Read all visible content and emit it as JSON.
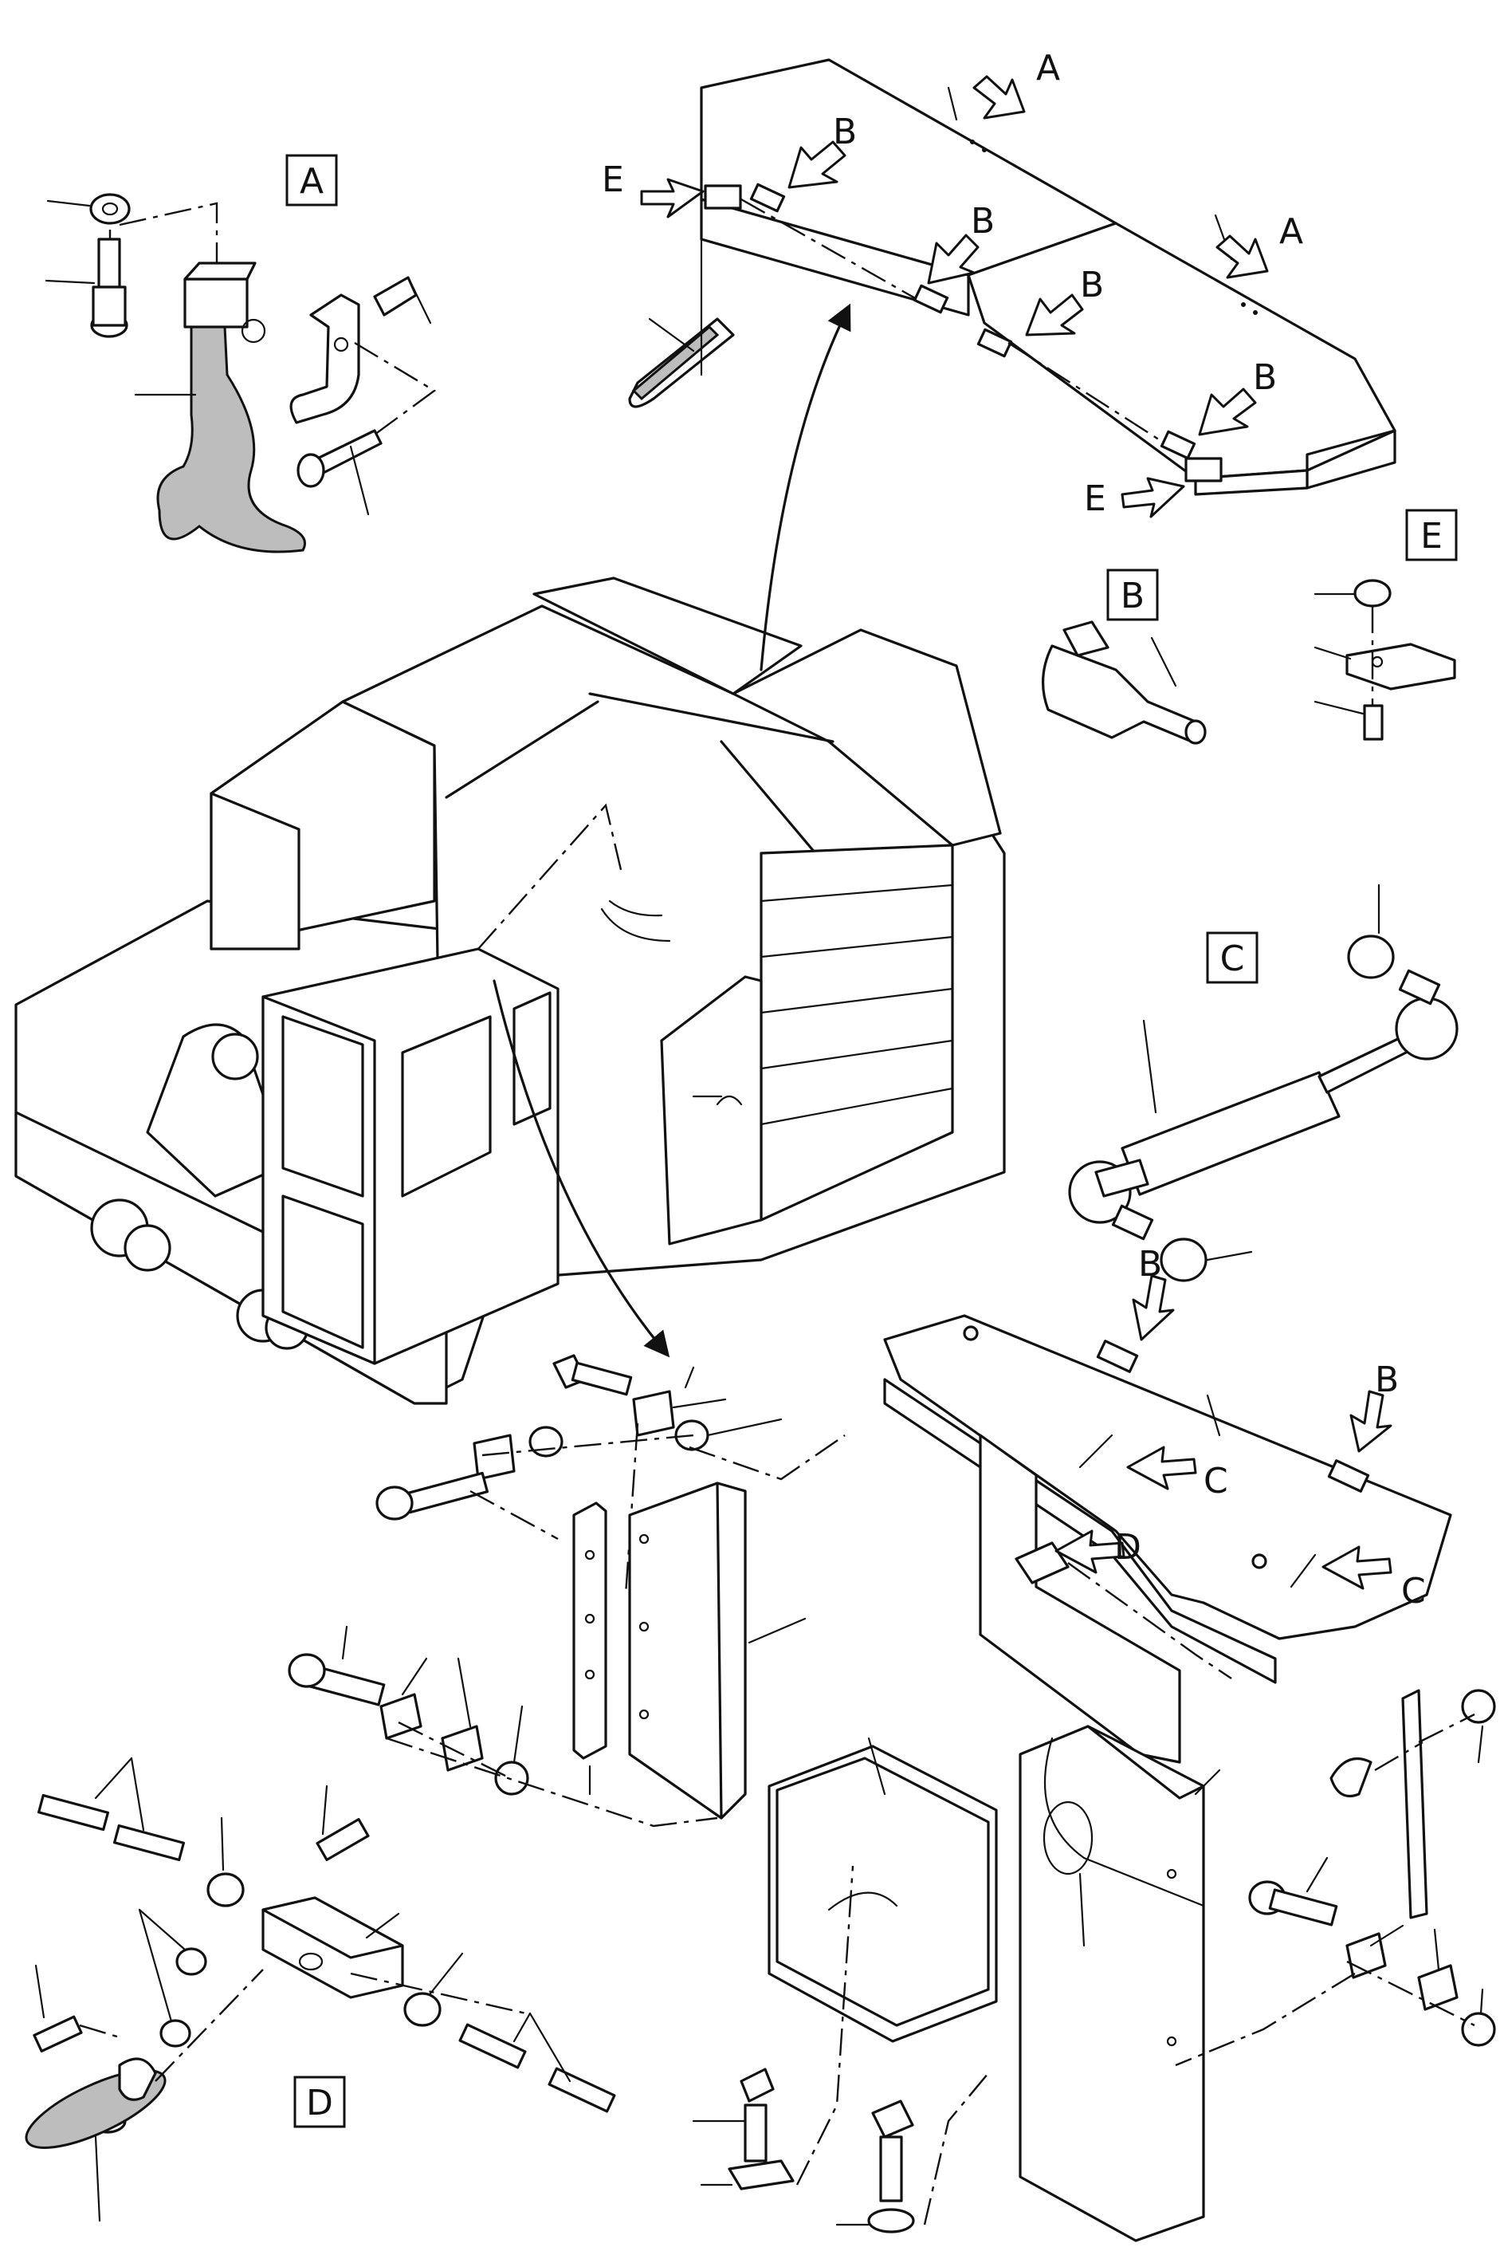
{
  "labels": {
    "box_a": "A",
    "box_b": "B",
    "box_c": "C",
    "box_d": "D",
    "box_e": "E",
    "callout_a": "A",
    "callout_b": "B",
    "callout_c": "C",
    "callout_d": "D",
    "callout_e": "E"
  },
  "colors": {
    "line": "#111111",
    "background": "#ffffff",
    "shading": "#bdbdbd"
  }
}
